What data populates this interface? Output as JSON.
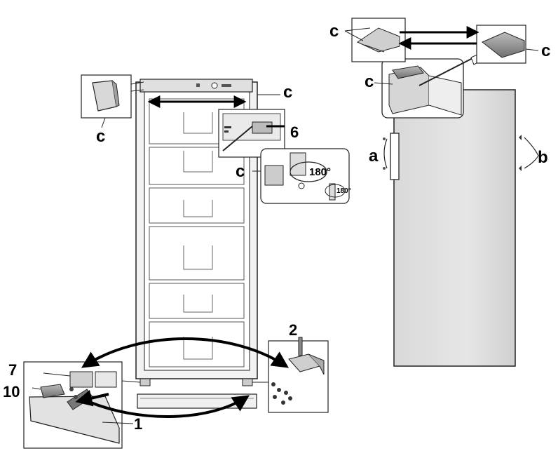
{
  "labels": {
    "c": "c",
    "a": "a",
    "b": "b",
    "n2": "2",
    "n6": "6",
    "n7": "7",
    "n10": "10",
    "n1": "1",
    "deg180": "180°"
  }
}
